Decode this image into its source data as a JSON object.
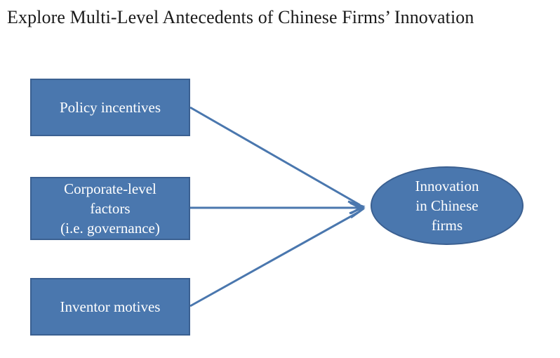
{
  "title": "Explore Multi-Level Antecedents of Chinese Firms’ Innovation",
  "colors": {
    "node_fill": "#4a77ae",
    "node_border": "#3b6091",
    "node_text": "#ffffff",
    "arrow": "#4a77ae",
    "title_text": "#1a1a1a",
    "background": "#ffffff"
  },
  "diagram": {
    "type": "antecedents-outcome-flow",
    "antecedents": [
      {
        "id": "policy",
        "shape": "rectangle",
        "lines": [
          "Policy incentives"
        ],
        "label": "Policy incentives"
      },
      {
        "id": "corporate",
        "shape": "rectangle",
        "lines": [
          "Corporate-level",
          "factors",
          "(i.e. governance)"
        ],
        "label": "Corporate-level factors (i.e. governance)"
      },
      {
        "id": "inventor",
        "shape": "rectangle",
        "lines": [
          "Inventor motives"
        ],
        "label": "Inventor motives"
      }
    ],
    "outcome": {
      "id": "innovation",
      "shape": "ellipse",
      "lines": [
        "Innovation",
        "in Chinese",
        "firms"
      ],
      "label": "Innovation in Chinese firms"
    },
    "arrows": [
      {
        "id": "arrow-policy-to-innovation",
        "from": "policy",
        "to": "innovation",
        "style": "single-headed"
      },
      {
        "id": "arrow-corporate-to-innovation",
        "from": "corporate",
        "to": "innovation",
        "style": "single-headed"
      },
      {
        "id": "arrow-inventor-to-innovation",
        "from": "inventor",
        "to": "innovation",
        "style": "single-headed"
      }
    ]
  }
}
